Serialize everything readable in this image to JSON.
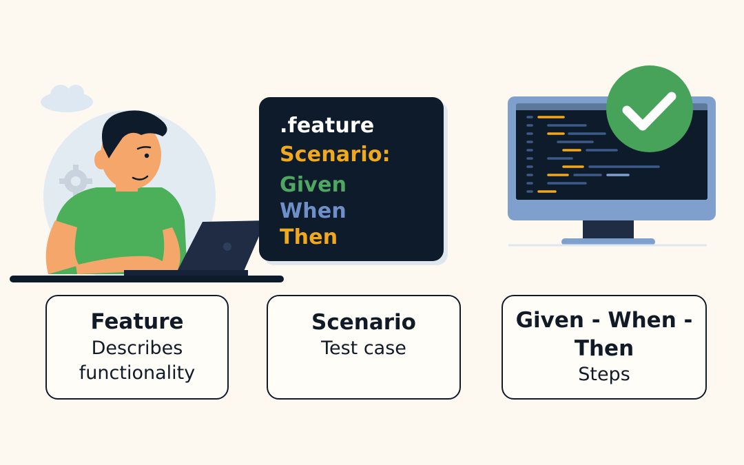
{
  "code_card": {
    "file": ".feature",
    "keyword_scenario": "Scenario:",
    "keyword_given": "Given",
    "keyword_when": "When",
    "keyword_then": "Then"
  },
  "boxes": [
    {
      "title": "Feature",
      "subtitle": "Describes functionality"
    },
    {
      "title": "Scenario",
      "subtitle": "Test case"
    },
    {
      "title": "Given - When - Then",
      "subtitle": "Steps"
    }
  ],
  "colors": {
    "background": "#fdf9f1",
    "navy": "#0d1b2a",
    "scenario": "#f0a81c",
    "given": "#4fa862",
    "when": "#6f8fc8",
    "then": "#f0a81c",
    "shirt": "#4caf5a",
    "check_badge": "#48a35a"
  },
  "icons": [
    "cloud-icon",
    "gear-icon",
    "check-icon",
    "laptop-icon",
    "monitor-icon"
  ]
}
